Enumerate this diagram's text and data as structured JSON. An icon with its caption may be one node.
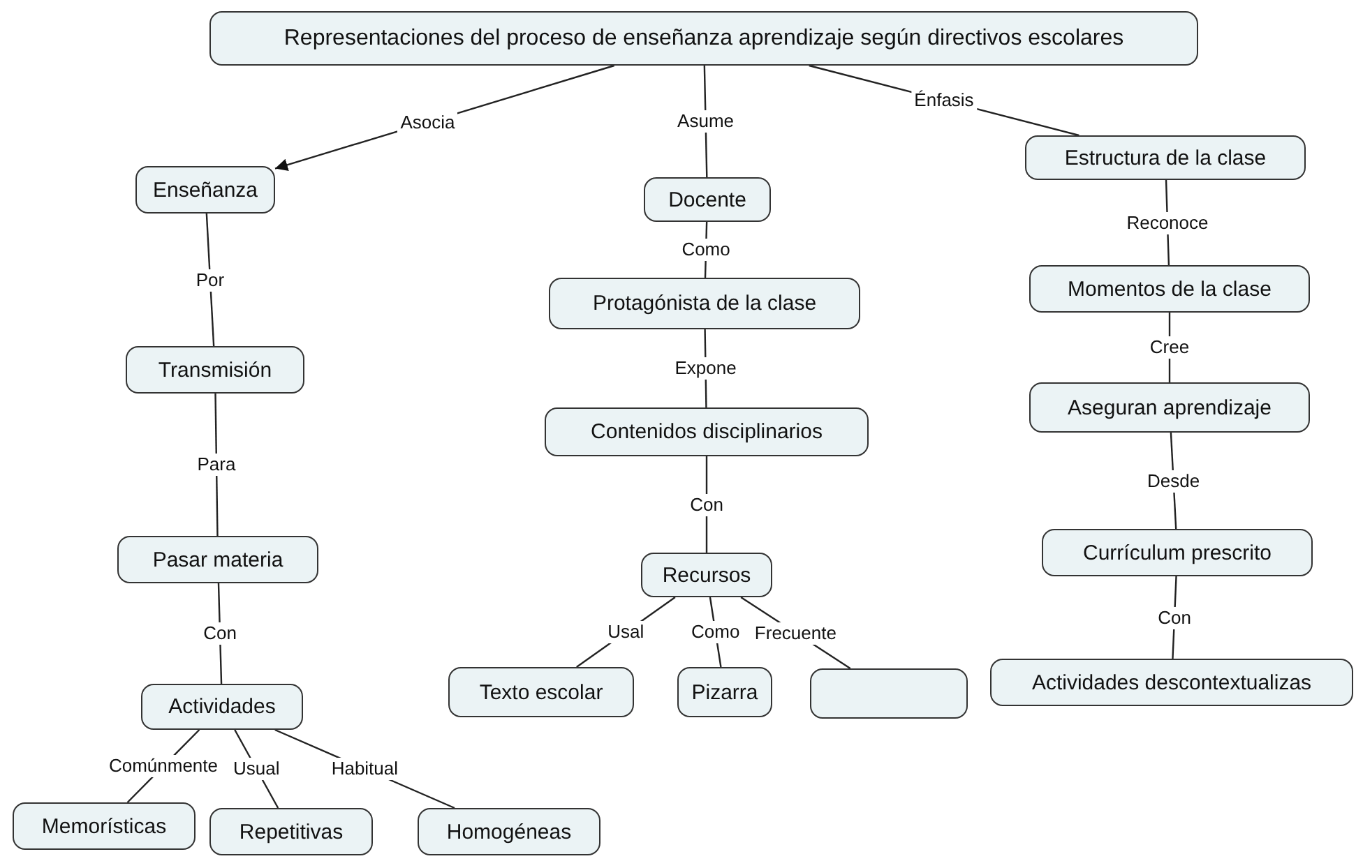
{
  "diagram": {
    "nodes": [
      {
        "text": [
          "Representaciones del proceso de enseñanza aprendizaje según directivos escolares"
        ]
      },
      {
        "text": [
          "Enseñanza"
        ]
      },
      {
        "text": [
          "Docente"
        ]
      },
      {
        "text": [
          "Estructura de la clase"
        ]
      },
      {
        "text": [
          "Protagónista de la clase"
        ]
      },
      {
        "text": [
          "Momentos de la clase"
        ]
      },
      {
        "text": [
          "Transmisión"
        ]
      },
      {
        "text": [
          "Contenidos disciplinarios"
        ]
      },
      {
        "text": [
          "Aseguran aprendizaje"
        ]
      },
      {
        "text": [
          "Recursos"
        ]
      },
      {
        "text": [
          "Currículum prescrito"
        ]
      },
      {
        "text": [
          "Pasar materia"
        ]
      },
      {
        "text": [
          "Texto escolar"
        ]
      },
      {
        "text": [
          "Pizarra"
        ]
      },
      {
        "text": [],
        "shape": "box"
      },
      {
        "text": [
          "Actividades descontextualizas"
        ]
      },
      {
        "text": [
          "Actividades"
        ]
      },
      {
        "text": [
          "Memorísticas"
        ]
      },
      {
        "text": [
          "Repetitivas"
        ]
      },
      {
        "text": [
          "Homogéneas"
        ]
      }
    ],
    "edges": [
      {
        "from": 0,
        "to": 1,
        "arrow": "to",
        "label": "Asocia"
      },
      {
        "from": 0,
        "to": 2,
        "arrow": "none",
        "label": "Asume"
      },
      {
        "from": 0,
        "to": 3,
        "arrow": "none",
        "label": "Énfasis"
      },
      {
        "from": 1,
        "to": 6,
        "arrow": "none",
        "label": "Por"
      },
      {
        "from": 6,
        "to": 11,
        "arrow": "none",
        "label": "Para"
      },
      {
        "from": 11,
        "to": 16,
        "arrow": "none",
        "label": "Con"
      },
      {
        "from": 16,
        "to": 17,
        "arrow": "none",
        "label": "Comúnmente"
      },
      {
        "from": 16,
        "to": 18,
        "arrow": "none",
        "label": "Usual"
      },
      {
        "from": 16,
        "to": 19,
        "arrow": "none",
        "label": "Habitual"
      },
      {
        "from": 2,
        "to": 4,
        "arrow": "none",
        "label": "Como"
      },
      {
        "from": 4,
        "to": 7,
        "arrow": "none",
        "label": "Expone"
      },
      {
        "from": 7,
        "to": 9,
        "arrow": "none",
        "label": "Con"
      },
      {
        "from": 9,
        "to": 12,
        "arrow": "none",
        "label": "Usal"
      },
      {
        "from": 9,
        "to": 13,
        "arrow": "none",
        "label": "Como"
      },
      {
        "from": 9,
        "to": 14,
        "arrow": "none",
        "label": "Frecuente"
      },
      {
        "from": 3,
        "to": 5,
        "arrow": "none",
        "label": "Reconoce"
      },
      {
        "from": 5,
        "to": 8,
        "arrow": "none",
        "label": "Cree"
      },
      {
        "from": 8,
        "to": 10,
        "arrow": "none",
        "label": "Desde"
      },
      {
        "from": 10,
        "to": 15,
        "arrow": "none",
        "label": "Con"
      }
    ]
  }
}
